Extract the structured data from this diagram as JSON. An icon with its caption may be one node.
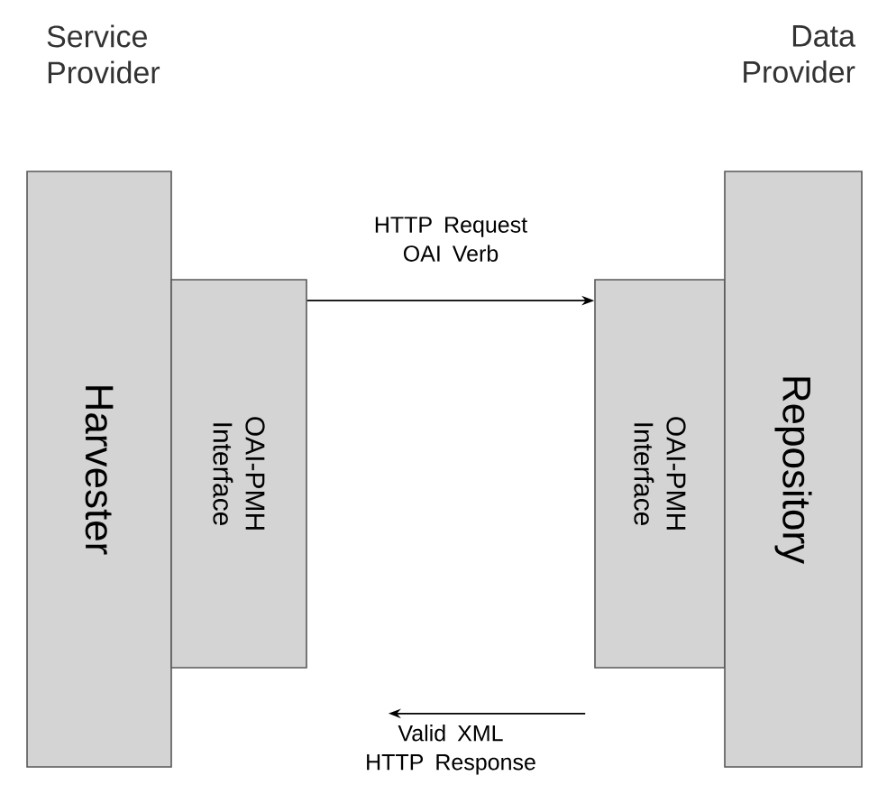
{
  "diagram": {
    "nodes": [
      {
        "text": [
          "Harvester"
        ]
      },
      {
        "text": [
          "OAI-PMH Interface"
        ]
      },
      {
        "text": [
          "OAI-PMH Interface"
        ]
      },
      {
        "text": [
          "Repository"
        ]
      }
    ],
    "edges": [
      {
        "from": 1,
        "to": 2,
        "arrow": "to",
        "label": "HTTP Request OAI Verb"
      },
      {
        "from": 2,
        "to": 1,
        "arrow": "to",
        "label": "Valid XML HTTP Response"
      }
    ],
    "labels": [
      "Service Provider",
      "Data Provider"
    ]
  }
}
